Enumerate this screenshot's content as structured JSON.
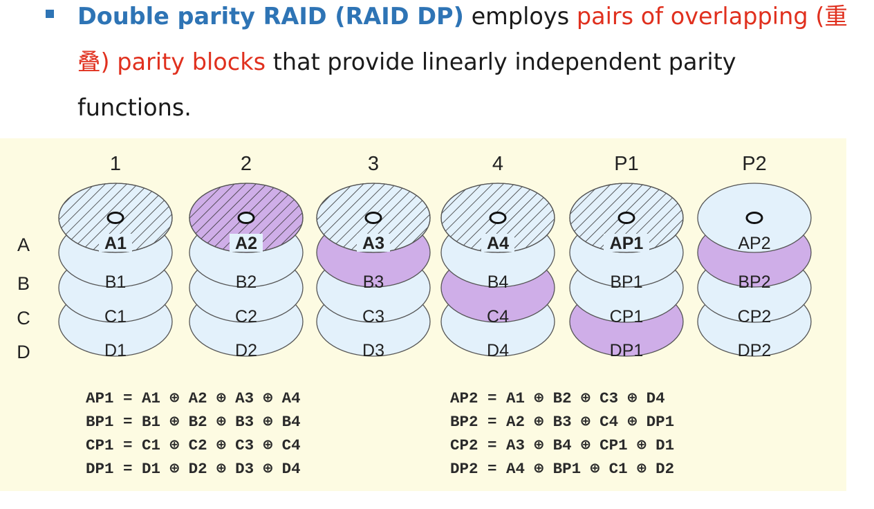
{
  "bullet": {
    "term": "Double parity RAID (RAID DP)",
    "text_1": " employs ",
    "highlight_1": "pairs of overlapping",
    "cn_note": "(重叠)",
    "highlight_2": " parity blocks",
    "text_2": " that provide linearly independent parity functions."
  },
  "diagram": {
    "disk_headers": [
      "1",
      "2",
      "3",
      "4",
      "P1",
      "P2"
    ],
    "row_labels": [
      "A",
      "B",
      "C",
      "D"
    ],
    "disks": [
      {
        "blocks": [
          "A1",
          "B1",
          "C1",
          "D1"
        ],
        "highlight": [
          null,
          null,
          null,
          null
        ],
        "hatched_top": true
      },
      {
        "blocks": [
          "A2",
          "B2",
          "C2",
          "D2"
        ],
        "highlight": [
          0,
          null,
          null,
          null
        ],
        "hatched_top": true
      },
      {
        "blocks": [
          "A3",
          "B3",
          "C3",
          "D3"
        ],
        "highlight": [
          null,
          1,
          null,
          null
        ],
        "hatched_top": true
      },
      {
        "blocks": [
          "A4",
          "B4",
          "C4",
          "D4"
        ],
        "highlight": [
          null,
          null,
          2,
          null
        ],
        "hatched_top": true
      },
      {
        "blocks": [
          "AP1",
          "BP1",
          "CP1",
          "DP1"
        ],
        "highlight": [
          null,
          null,
          null,
          3
        ],
        "hatched_top": true
      },
      {
        "blocks": [
          "AP2",
          "BP2",
          "CP2",
          "DP2"
        ],
        "highlight": [
          null,
          1,
          null,
          null
        ],
        "hatched_top": false
      }
    ],
    "colors": {
      "disk_fill": "#e3f1fb",
      "highlight_fill": "#cfaee8",
      "hatch_line": "#333333",
      "outline": "#555555",
      "panel_bg": "#fdfbe2"
    },
    "formulas_left": [
      "AP1 = A1 ⊕ A2 ⊕ A3 ⊕ A4",
      "BP1 = B1 ⊕ B2 ⊕ B3 ⊕ B4",
      "CP1 = C1 ⊕ C2 ⊕ C3 ⊕ C4",
      "DP1 = D1 ⊕ D2 ⊕ D3 ⊕ D4"
    ],
    "formulas_right": [
      "AP2 = A1 ⊕ B2 ⊕ C3 ⊕ D4",
      "BP2 = A2 ⊕ B3 ⊕ C4 ⊕ DP1",
      "CP2 = A3 ⊕ B4 ⊕ CP1 ⊕ D1",
      "DP2 = A4 ⊕ BP1 ⊕ C1 ⊕ D2"
    ]
  }
}
